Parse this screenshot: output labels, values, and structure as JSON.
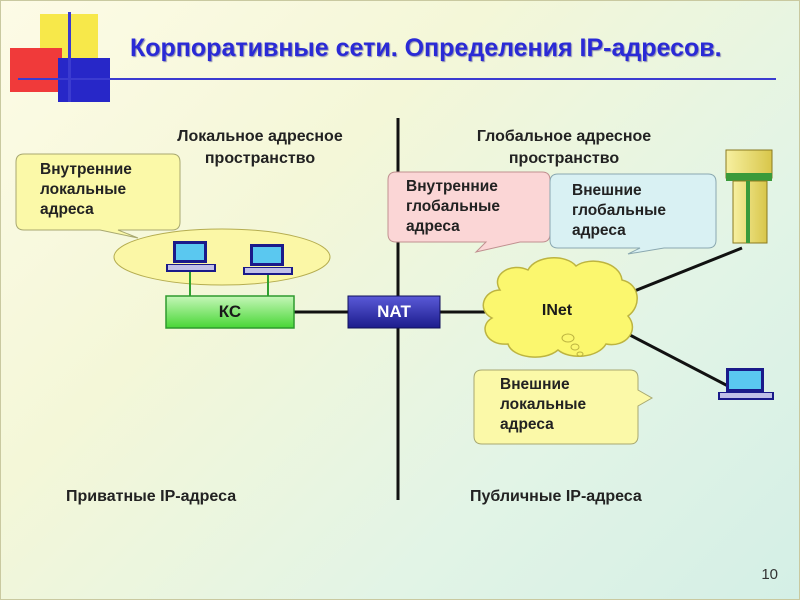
{
  "slide": {
    "title": "Корпоративные сети. Определения IP-адресов.",
    "page_number": "10"
  },
  "areas": {
    "local_space": "Локальное адресное пространство",
    "global_space": "Глобальное адресное пространство",
    "private": "Приватные IP-адреса",
    "public": "Публичные IP-адреса"
  },
  "callouts": {
    "inside_local": "Внутренние локальные адреса",
    "inside_global": "Внутренние глобальные адреса",
    "outside_global": "Внешние глобальные адреса",
    "outside_local": "Внешние локальные адреса"
  },
  "nodes": {
    "router": "КС",
    "nat": "NAT",
    "internet": "INet"
  },
  "colors": {
    "title": "#2a2ad6",
    "callout_yellow": "#fbf9a8",
    "callout_pink": "#fbd6d6",
    "callout_blue": "#d9f1f3",
    "router_green": "#7ce86a",
    "nat_blue": "#2929a0",
    "cloud": "#fbf76e"
  },
  "icons": [
    "computer-icon",
    "server-icon",
    "cloud-icon"
  ]
}
